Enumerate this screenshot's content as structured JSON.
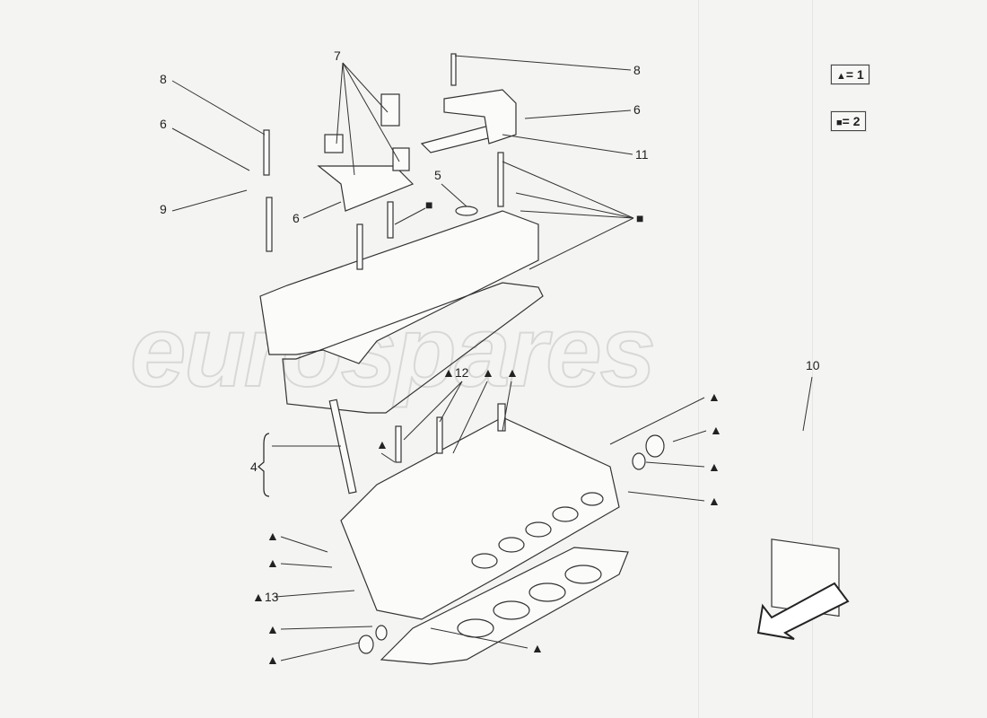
{
  "watermark": "eurospares",
  "legend": [
    {
      "symbol": "▲",
      "text": "= 1"
    },
    {
      "symbol": "■",
      "text": "= 2"
    }
  ],
  "callouts": [
    "8",
    "6",
    "9",
    "7",
    "8",
    "6",
    "11",
    "5",
    "■",
    "6",
    "■",
    "▲12",
    "▲",
    "▲",
    "4",
    "▲",
    "▲",
    "▲",
    "▲",
    "▲",
    "10",
    "▲",
    "▲",
    "▲13",
    "▲",
    "▲",
    "▲"
  ]
}
